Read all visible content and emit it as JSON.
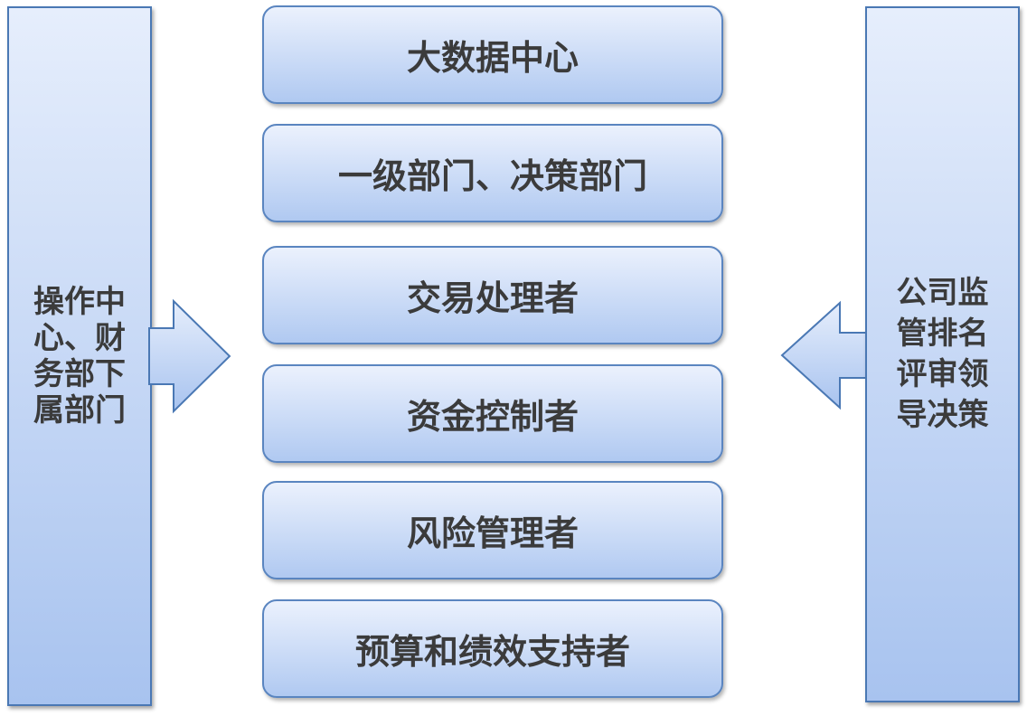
{
  "left_panel": {
    "text": "操作中心、财务部下属部门"
  },
  "right_panel": {
    "text": "公司监管排名评审领导决策"
  },
  "boxes": [
    {
      "label": "大数据中心"
    },
    {
      "label": "一级部门、决策部门"
    },
    {
      "label": "交易处理者"
    },
    {
      "label": "资金控制者"
    },
    {
      "label": "风险管理者"
    },
    {
      "label": "预算和绩效支持者"
    }
  ],
  "colors": {
    "border": "#4a78b4",
    "fill_top": "#e6eefc",
    "fill_bottom": "#a8c3ef",
    "text": "#3b3b3b"
  }
}
